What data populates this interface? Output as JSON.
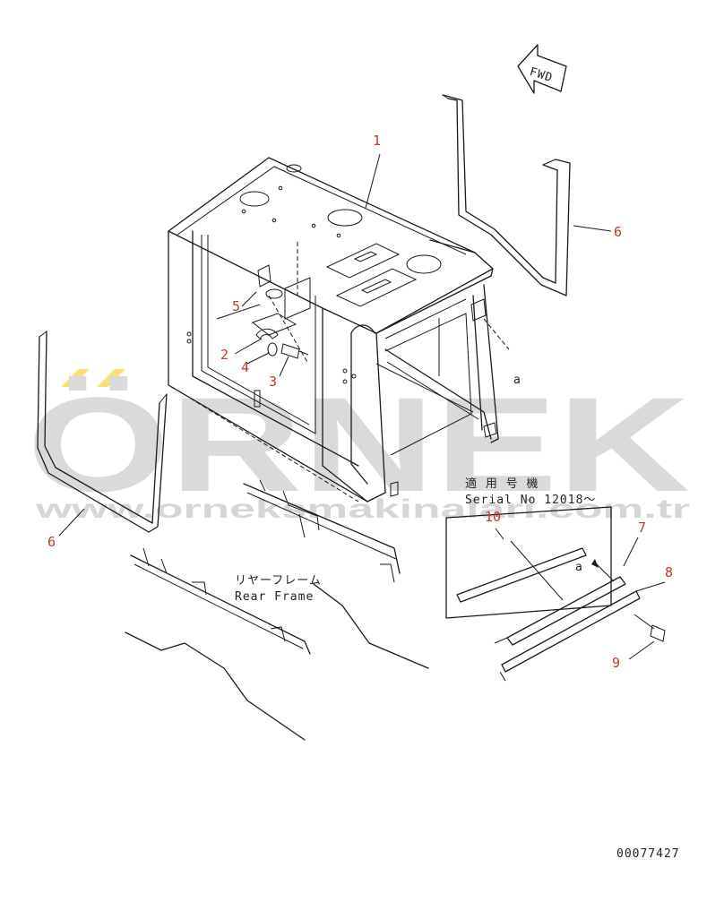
{
  "watermark": {
    "brand": "ÖRNEK",
    "url": "www.orneksmakinalari.com.tr",
    "color": "#c9c9c9",
    "accent": "#f5c400"
  },
  "direction_arrow": {
    "label": "FWD"
  },
  "callouts": {
    "c1": "1",
    "c2": "2",
    "c3": "3",
    "c4": "4",
    "c5": "5",
    "c6a": "6",
    "c6b": "6",
    "c7": "7",
    "c8": "8",
    "c9": "9",
    "c10": "10",
    "color": "#c0392b"
  },
  "view_marks": {
    "a1": "a",
    "a2": "a"
  },
  "notes": {
    "serial_jp": "適 用 号 機",
    "serial_en": "Serial No 12018～",
    "rear_frame_jp": "リヤーフレーム",
    "rear_frame_en": "Rear Frame"
  },
  "drawing_number": "00077427"
}
